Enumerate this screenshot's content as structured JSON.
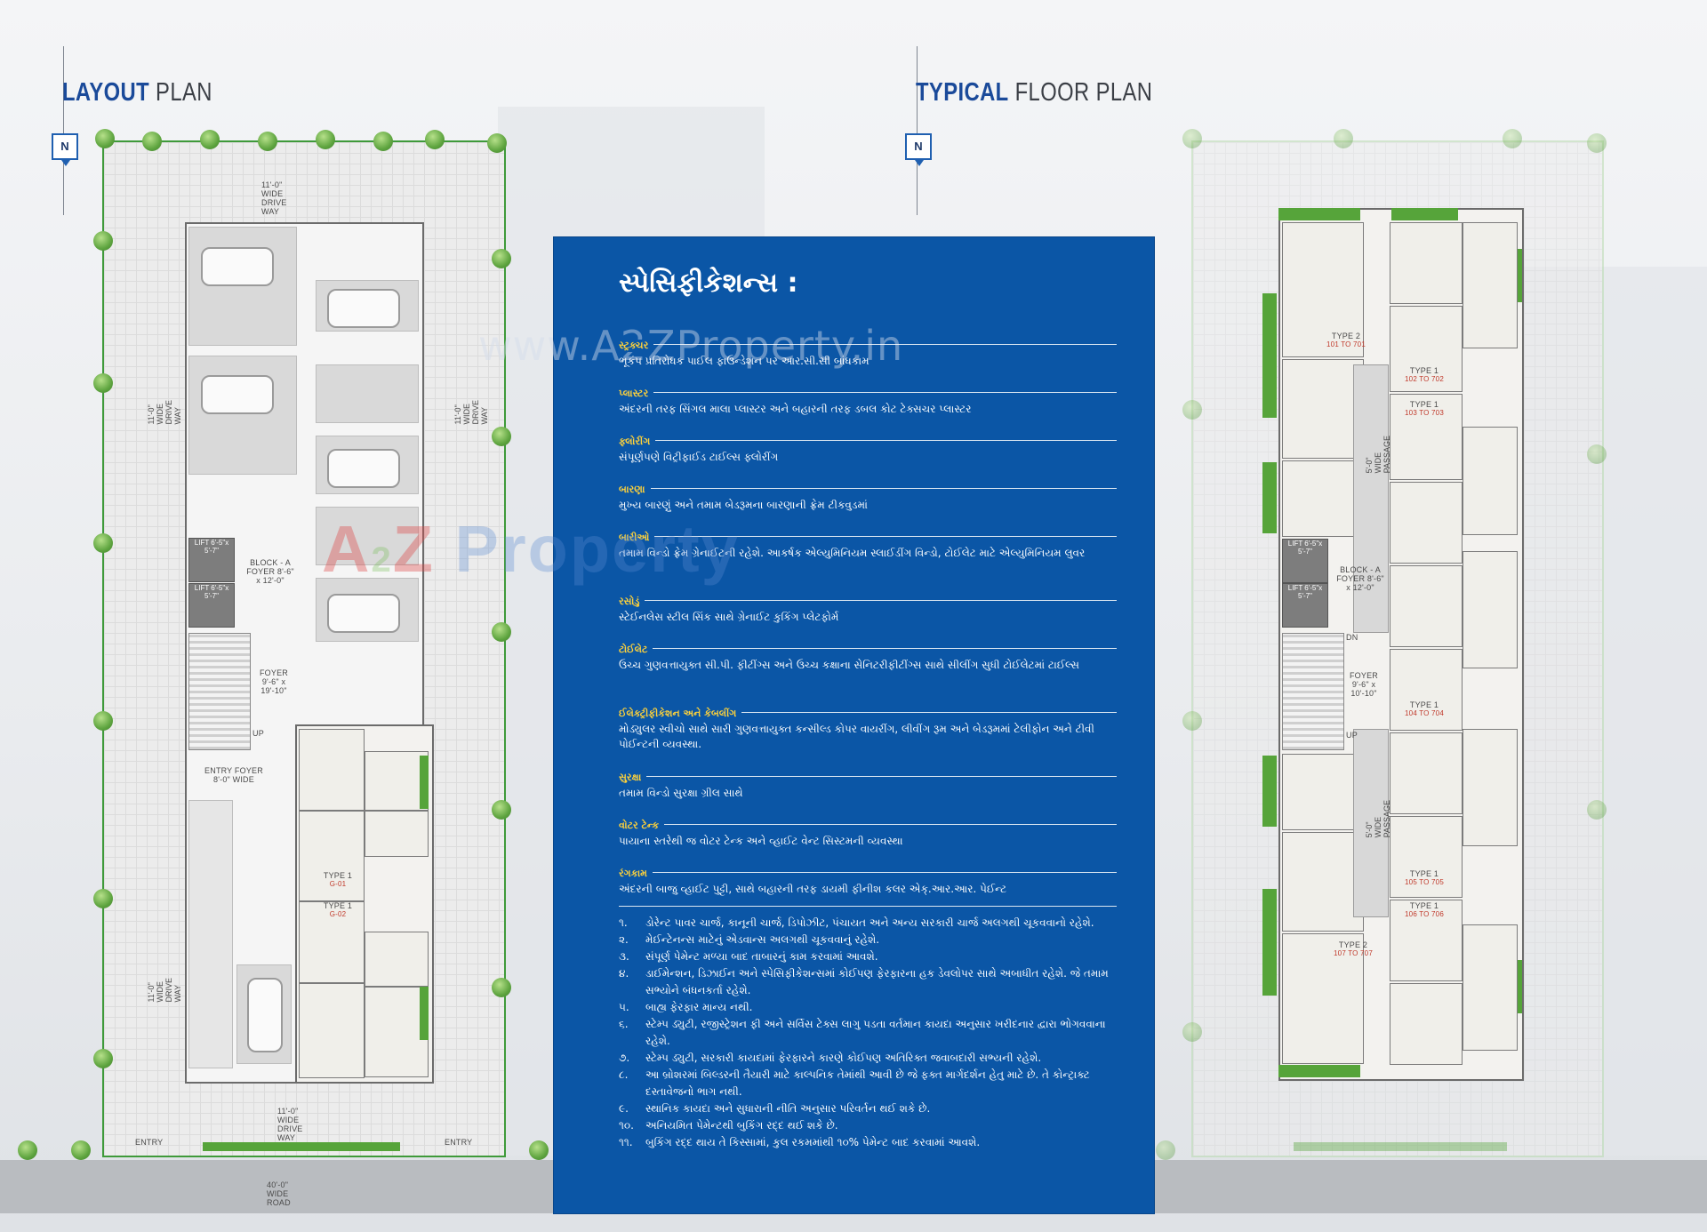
{
  "left_section": {
    "title_bold": "LAYOUT",
    "title_rest": " PLAN",
    "north_label": "N",
    "labels": {
      "top_driveway": "11'-0\" WIDE DRIVE WAY",
      "left_driveway_top": "11'-0\" WIDE DRIVE WAY",
      "right_driveway": "11'-0\" WIDE DRIVE WAY",
      "left_driveway_bottom": "11'-0\" WIDE DRIVE WAY",
      "bottom_driveway": "11'-0\" WIDE DRIVE WAY",
      "road": "40'-0\" WIDE ROAD",
      "entry_left": "ENTRY",
      "entry_right": "ENTRY",
      "lift_1": "LIFT 6'-5\"x 5'-7\"",
      "lift_2": "LIFT 6'-5\"x 5'-7\"",
      "block_foyer": "BLOCK - A FOYER 8'-6\" x 12'-0\"",
      "foyer": "FOYER 9'-6\" x 19'-10\"",
      "up": "UP",
      "entry_foyer": "ENTRY FOYER 8'-0\" WIDE",
      "type1_a": "TYPE 1",
      "type1_a_sub": "G-01",
      "type1_b": "TYPE 1",
      "type1_b_sub": "G-02"
    }
  },
  "right_section": {
    "title_bold": "TYPICAL",
    "title_rest": " FLOOR PLAN",
    "north_label": "N",
    "labels": {
      "type2_top": "TYPE 2",
      "type2_top_sub": "101 TO 701",
      "type1_102": "TYPE 1",
      "type1_102_sub": "102 TO 702",
      "type1_103": "TYPE 1",
      "type1_103_sub": "103 TO 703",
      "passage_top": "5'-0\" WIDE PASSAGE",
      "lift_1": "LIFT 6'-5\"x 5'-7\"",
      "lift_2": "LIFT 6'-5\"x 5'-7\"",
      "block_foyer": "BLOCK - A FOYER 8'-6\" x 12'-0\"",
      "dn": "DN",
      "foyer": "FOYER 9'-6\" x 10'-10\"",
      "up": "UP",
      "type1_104": "TYPE 1",
      "type1_104_sub": "104 TO 704",
      "passage_bottom": "5'-0\" WIDE PASSAGE",
      "type1_105": "TYPE 1",
      "type1_105_sub": "105 TO 705",
      "type1_106": "TYPE 1",
      "type1_106_sub": "106 TO 706",
      "type2_bottom": "TYPE 2",
      "type2_bottom_sub": "107 TO 707"
    }
  },
  "specifications": {
    "title": "સ્પેસિફીકેશન્સ :",
    "watermark_url": "www.A2ZProperty.in",
    "watermark_logo_a": "A",
    "watermark_logo_2": "2",
    "watermark_logo_z": "Z",
    "watermark_logo_prop": " Property",
    "items": [
      {
        "heading": "સ્ટ્રક્ચર",
        "text": "ભૂકંપ પ્રતિરોધક પાઈલ ફાઉન્ડેશન પર આર.સી.સી બાંધકામ"
      },
      {
        "heading": "પ્લાસ્ટર",
        "text": "અંદરની તરફ સિંગલ માલા પ્લાસ્ટર અને બહારની તરફ ડબલ કોટ ટેક્સચર પ્લાસ્ટર"
      },
      {
        "heading": "ફ્લોરીંગ",
        "text": "સંપૂર્ણપણે વિટ્રીફાઈડ ટાઈલ્સ ફ્લોરીંગ"
      },
      {
        "heading": "બારણા",
        "text": "મુખ્ય બારણું અને તમામ બેડરૂમના બારણાની ફ્રેમ ટીકવુડમાં"
      },
      {
        "heading": "બારીઓ",
        "text": "તમામ વિન્ડો ફ્રેમ ગ્રેનાઈટની રહેશે. આકર્ષક એલ્યુમિનિયમ સ્લાઈડીંગ વિન્ડો, ટોઈલેટ માટે એલ્યુમિનિયમ લુવર"
      },
      {
        "heading": "રસોડું",
        "text": "સ્ટેઈનલેસ સ્ટીલ સિંક સાથે ગ્રેનાઈટ કુકિંગ પ્લેટફોર્મ"
      },
      {
        "heading": "ટોઈલેટ",
        "text": "ઉચ્ચ ગુણવત્તાયુક્ત સી.પી. ફીટીંગ્સ અને ઉચ્ચ કક્ષાના સેનિટરીફીટીંગ્સ સાથે સીલીંગ સુધી ટોઈલેટમાં ટાઈલ્સ"
      },
      {
        "heading": "ઈલેક્ટ્રીફીકેશન અને કેબલીંગ",
        "text": "મોડ્યુલર સ્વીચો સાથે સારી ગુણવત્તાયુક્ત કન્સીલ્ડ કોપર વાયરીંગ, લીવીંગ રૂમ અને બેડરૂમમાં ટેલીફોન અને ટીવી પોઈન્ટની વ્યવસ્થા."
      },
      {
        "heading": "સુરક્ષા",
        "text": "તમામ વિન્ડો સુરક્ષા ગ્રીલ સાથે"
      },
      {
        "heading": "વોટર ટેન્ક",
        "text": "પાયાના સ્તરેથી જ વોટર ટેન્ક અને વ્હાઈટ વેન્ટ સિસ્ટમની વ્યવસ્થા"
      },
      {
        "heading": "રંગકામ",
        "text": "અંદરની બાજુ વ્હાઈટ પુટ્ટી, સાથે બહારની તરફ ડાયમી ફીનીશ કલર એક્.આર.આર. પેઈન્ટ"
      }
    ],
    "notes": [
      {
        "num": "૧.",
        "text": "ડોરેન્ટ પાવર ચાર્જ, કાનૂની ચાર્જ, ડિપોઝીટ, પંચાયત અને અન્ય સરકારી ચાર્જ અલગથી ચૂકવવાનો રહેશે."
      },
      {
        "num": "૨.",
        "text": "મેઈન્ટેનન્સ માટેનું એડવાન્સ અલગથી ચૂકવવાનું રહેશે."
      },
      {
        "num": "૩.",
        "text": "સંપૂર્ણ પેમેન્ટ મળ્યા બાદ તાબારનું કામ કરવામાં આવશે."
      },
      {
        "num": "૪.",
        "text": "ડાઈમેન્શન, ડિઝાઈન અને સ્પેસિફીકેશન્સમાં કોઈપણ ફેરફારના હક ડેવલોપર સાથે અબાધીત રહેશે. જે તમામ સભ્યોને બંધનકર્તા રહેશે."
      },
      {
        "num": "૫.",
        "text": "બાહ્ય ફેરફાર માન્ય નથી."
      },
      {
        "num": "૬.",
        "text": "સ્ટેમ્પ ડ્યુટી, રજીસ્ટ્રેશન ફી અને સર્વિસ ટેક્સ લાગુ પડતા વર્તમાન કાયદા અનુસાર ખરીદનાર દ્વારા ભોગવવાના રહેશે."
      },
      {
        "num": "૭.",
        "text": "સ્ટેમ્પ ડ્યુટી, સરકારી કાયદામાં ફેરફારને કારણે કોઈપણ અતિરિક્ત જવાબદારી સભ્યની રહેશે."
      },
      {
        "num": "૮.",
        "text": "આ બ્રોશરમાં બિલ્ડરની તૈયારી માટે કાલ્પનિક તેમાંથી આવી છે જે ફક્ત માર્ગદર્શન હેતુ માટે છે. તે કોન્ટ્રાક્ટ દસ્તાવેજનો ભાગ નથી."
      },
      {
        "num": "૯.",
        "text": "સ્થાનિક કાયદા અને સુધારાની નીતિ અનુસાર પરિવર્તન થઈ શકે છે."
      },
      {
        "num": "૧૦.",
        "text": "અનિયમિત પેમેન્ટથી બુકિંગ રદ્દ થઈ શકે છે."
      },
      {
        "num": "૧૧.",
        "text": "બુકિંગ રદ્દ થાય તે કિસ્સામાં, કુલ રકમમાંથી ૧૦% પેમેન્ટ બાદ કરવામાં આવશે."
      }
    ]
  },
  "colors": {
    "panel_blue": "#0b56a6",
    "title_blue": "#1a4a9a",
    "heading_yellow": "#ffd23a",
    "green": "#56a43a"
  }
}
